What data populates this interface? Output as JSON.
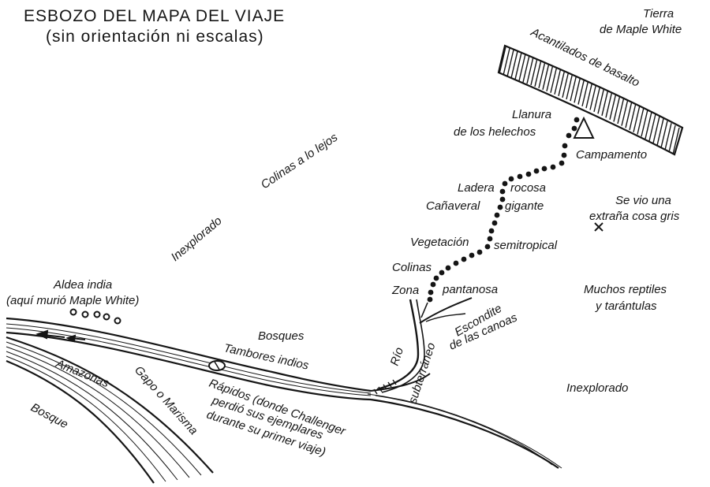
{
  "title": {
    "line1": "ESBOZO DEL MAPA DEL VIAJE",
    "line2": "(sin orientación ni escalas)"
  },
  "labels": {
    "tierra_line1": "Tierra",
    "tierra_line2": "de Maple White",
    "acantilados": "Acantilados de basalto",
    "llanura_line1": "Llanura",
    "llanura_line2": "de los helechos",
    "campamento": "Campamento",
    "colinas_lejos": "Colinas a lo lejos",
    "inexplorado_left": "Inexplorado",
    "ladera": "Ladera",
    "rocosa": "rocosa",
    "canaveral": "Cañaveral",
    "gigante": "gigante",
    "vegetacion": "Vegetación",
    "semitropical": "semitropical",
    "colinas": "Colinas",
    "zona": "Zona",
    "pantanosa": "pantanosa",
    "se_vio_line1": "Se vio una",
    "se_vio_line2": "extraña cosa gris",
    "muchos_line1": "Muchos reptiles",
    "muchos_line2": "y tarántulas",
    "aldea_line1": "Aldea india",
    "aldea_line2": "(aquí murió Maple White)",
    "escondite_line1": "Escondite",
    "escondite_line2": "de las canoas",
    "rio": "Río",
    "subterraneo": "subterráneo",
    "bosques": "Bosques",
    "tambores": "Tambores indios",
    "inexplorado_right": "Inexplorado",
    "rapidos_line1": "Rápidos (donde Challenger",
    "rapidos_line2": "perdió sus ejemplares",
    "rapidos_line3": "durante su primer viaje)",
    "amazonas": "Amazonas",
    "gapo": "Gapo o Marisma",
    "bosque": "Bosque"
  }
}
